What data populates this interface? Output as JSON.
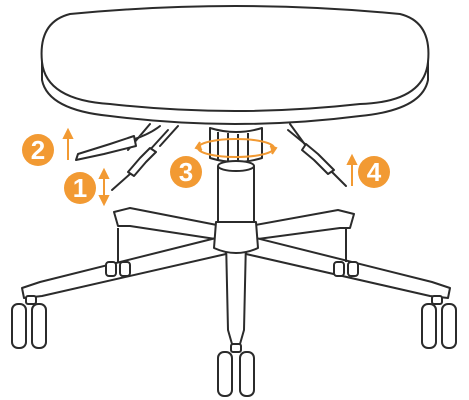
{
  "diagram": {
    "subject": "stool-icon",
    "colors": {
      "accent": "#F29A33",
      "line": "#2b2b2b",
      "fill": "#ffffff"
    },
    "callouts": [
      {
        "number": "1",
        "motion": "up-down-arrow-icon"
      },
      {
        "number": "2",
        "motion": "up-arrow-icon"
      },
      {
        "number": "3",
        "motion": "rotate-arrow-icon"
      },
      {
        "number": "4",
        "motion": "up-arrow-icon"
      }
    ]
  }
}
